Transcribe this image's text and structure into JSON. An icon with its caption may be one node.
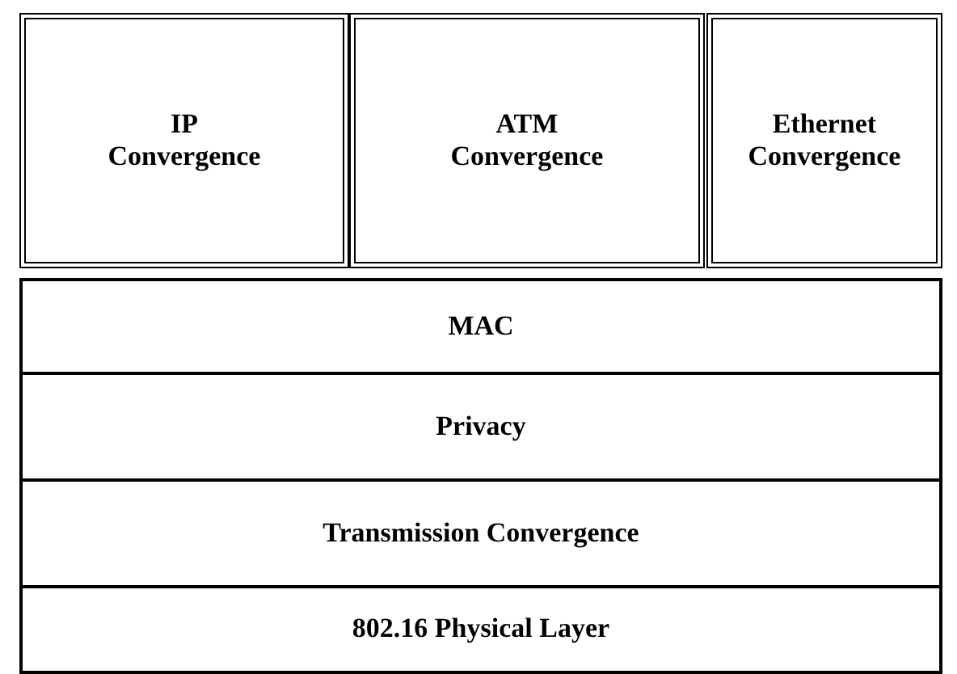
{
  "diagram": {
    "nodes": [
      {
        "text": [
          "IP Convergence"
        ]
      },
      {
        "text": [
          "ATM Convergence"
        ]
      },
      {
        "text": [
          "Ethernet Convergence"
        ]
      },
      {
        "text": [
          "MAC"
        ]
      },
      {
        "text": [
          "Privacy"
        ]
      },
      {
        "text": [
          "Transmission Convergence"
        ]
      },
      {
        "text": [
          "802.16 Physical Layer"
        ]
      }
    ]
  }
}
